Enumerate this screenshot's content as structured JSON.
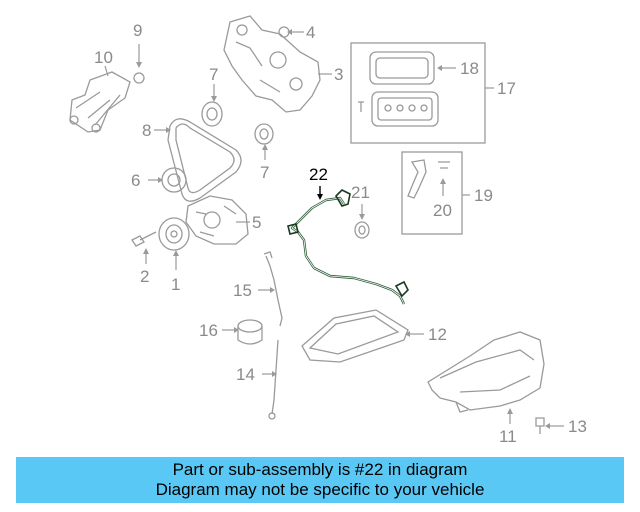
{
  "callouts": {
    "c1": "1",
    "c2": "2",
    "c3": "3",
    "c4": "4",
    "c5": "5",
    "c6": "6",
    "c7a": "7",
    "c7b": "7",
    "c8": "8",
    "c9": "9",
    "c10": "10",
    "c11": "11",
    "c12": "12",
    "c13": "13",
    "c14": "14",
    "c15": "15",
    "c16": "16",
    "c17": "17",
    "c18": "18",
    "c19": "19",
    "c20": "20",
    "c21": "21",
    "c22": "22"
  },
  "banner": {
    "line1": "Part or sub-assembly is #22 in diagram",
    "line2": "Diagram may not be specific to your vehicle"
  },
  "colors": {
    "banner_bg": "#5ac8f5",
    "highlight_part": "#2e5e3a",
    "parts": "#9a9a9a"
  }
}
